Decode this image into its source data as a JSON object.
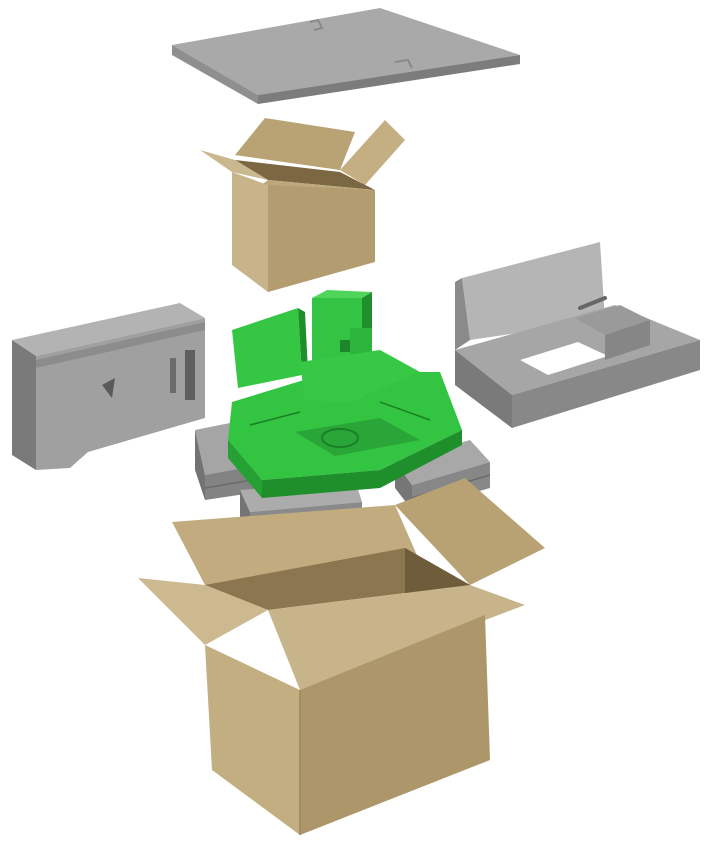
{
  "figure": {
    "description_visible_text": "",
    "colors": {
      "background": "#ffffff",
      "foam_top": "#a8a8a8",
      "foam_side": "#8e8e8e",
      "foam_dark": "#6f6f6f",
      "cardboard_light": "#c8b48a",
      "cardboard_mid": "#b09a6e",
      "cardboard_dark": "#7d6a45",
      "device_green": "#2fbf3f",
      "device_green_dark": "#1e8f2b",
      "device_green_light": "#4fd65a"
    },
    "parts": [
      {
        "id": "top-foam-lid",
        "kind": "foam"
      },
      {
        "id": "small-box",
        "kind": "cardboard"
      },
      {
        "id": "left-foam-insert",
        "kind": "foam"
      },
      {
        "id": "right-foam-insert",
        "kind": "foam"
      },
      {
        "id": "device",
        "kind": "product"
      },
      {
        "id": "bottom-foam-tray",
        "kind": "foam"
      },
      {
        "id": "large-box",
        "kind": "cardboard"
      }
    ]
  }
}
